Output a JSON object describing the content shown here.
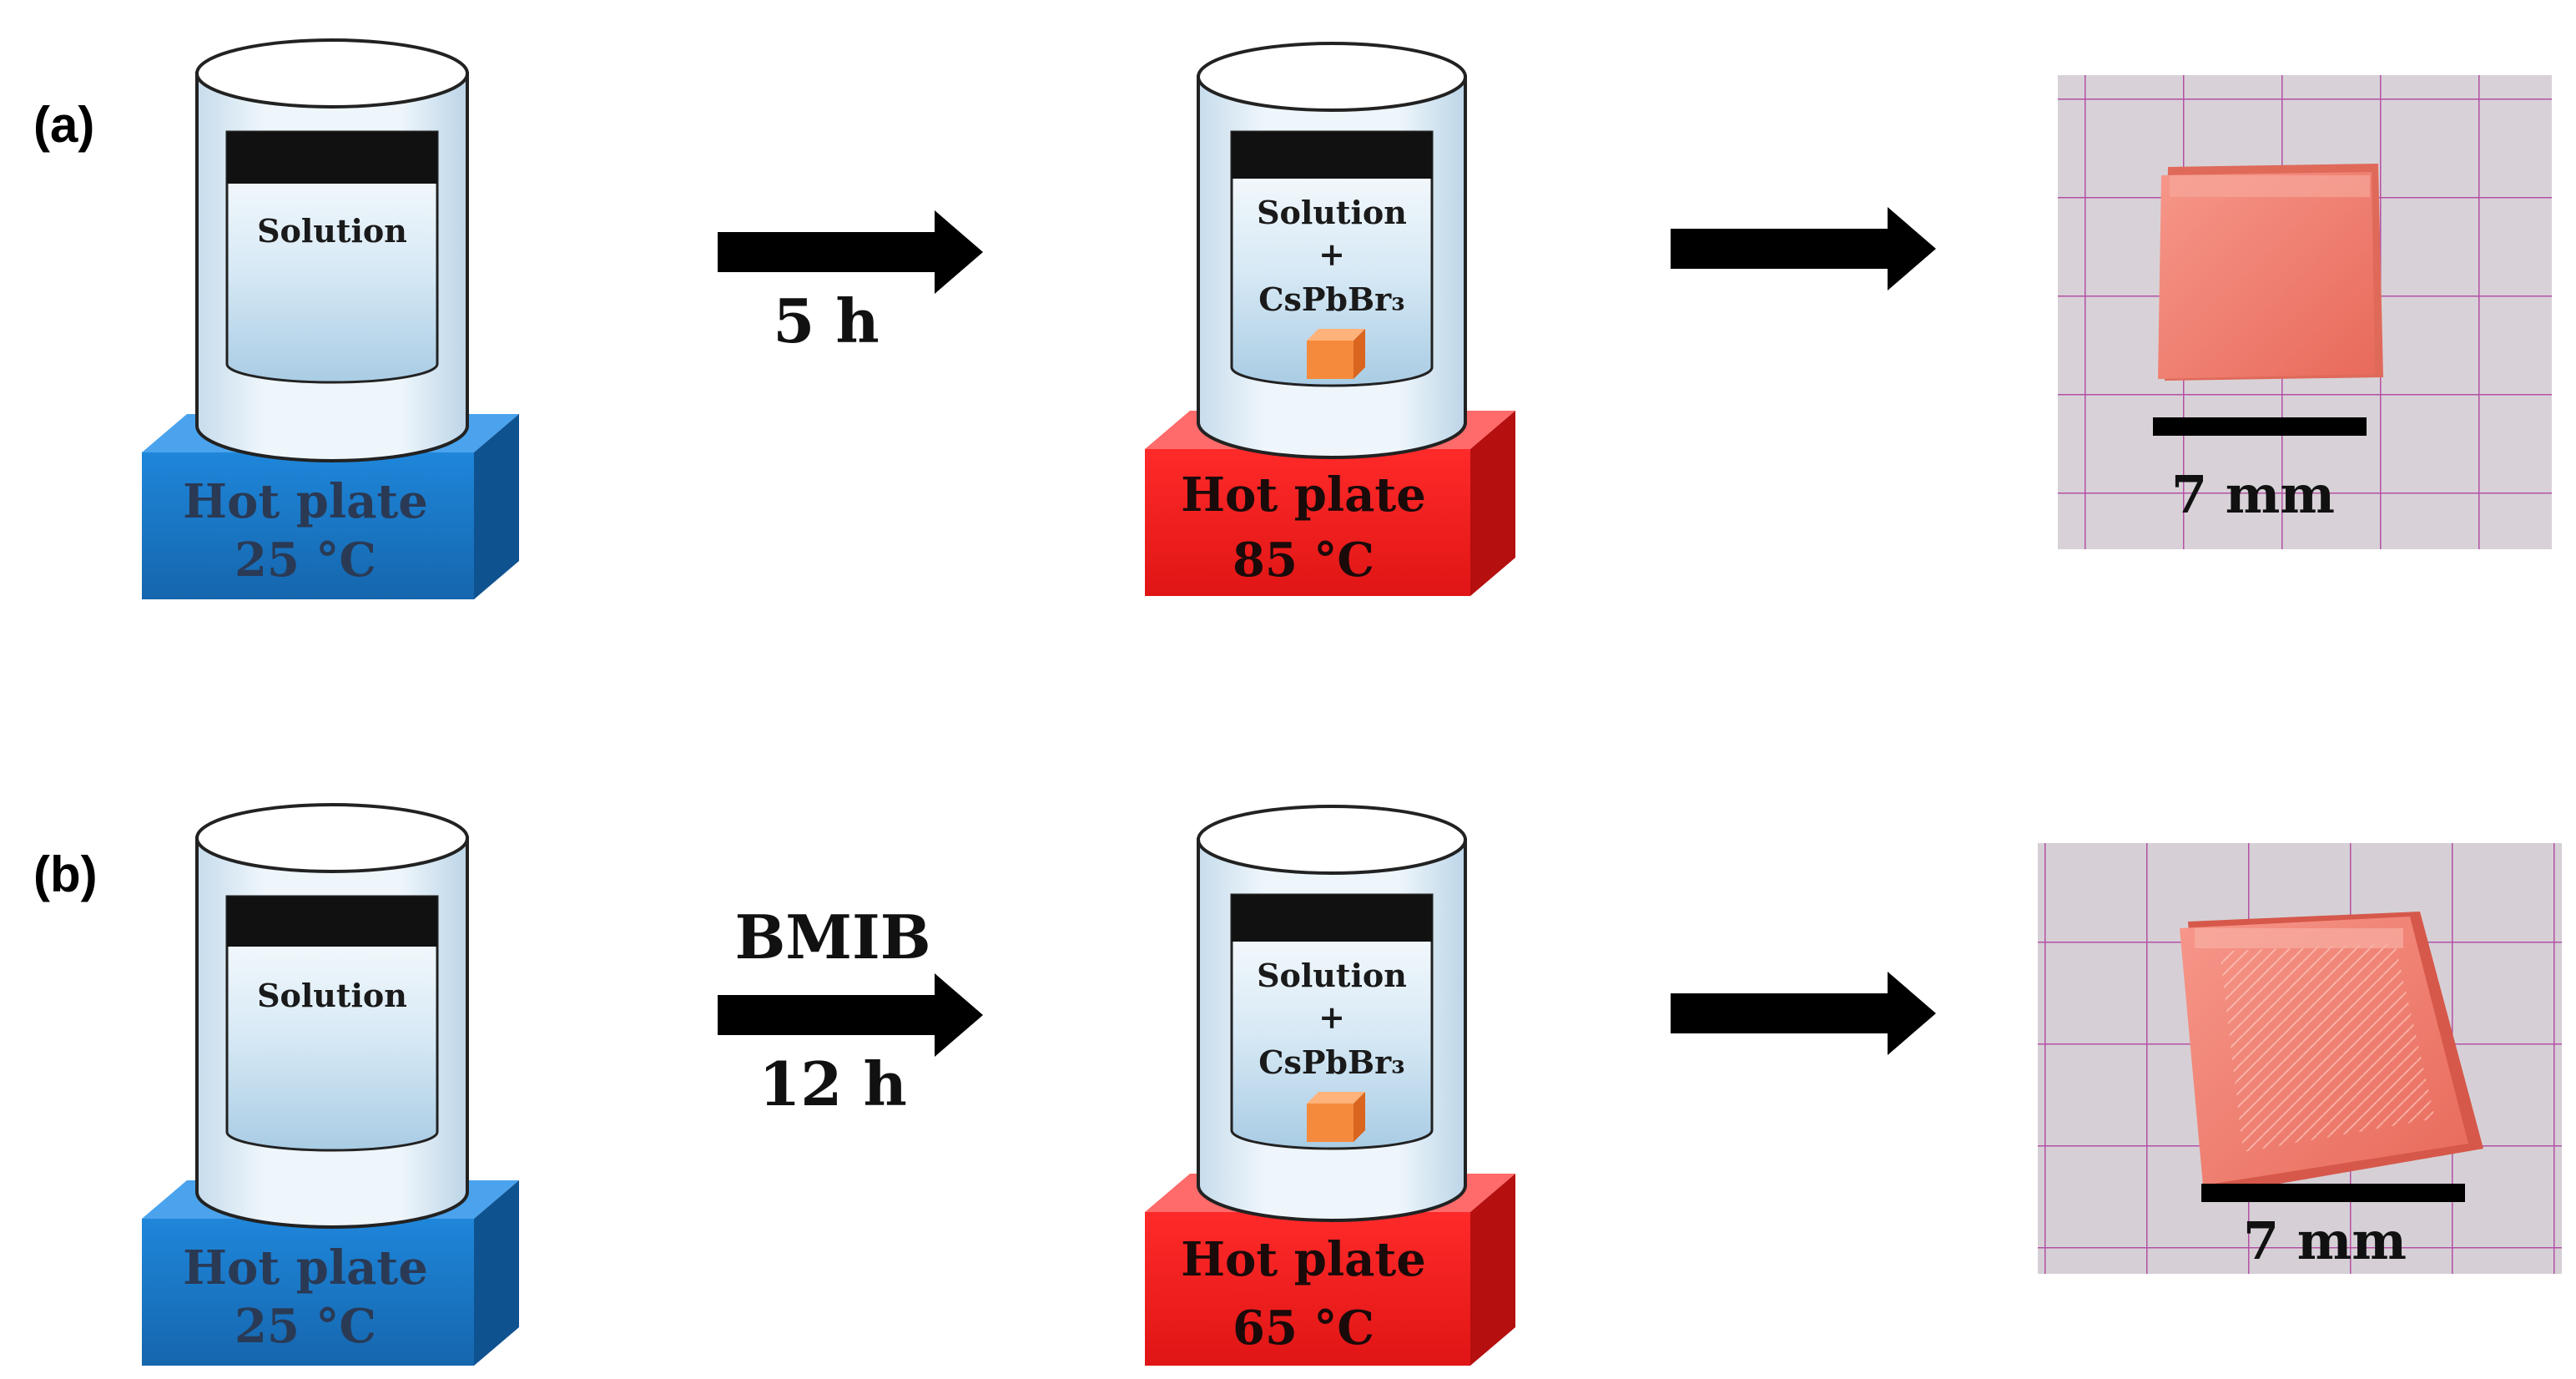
{
  "panels": [
    {
      "label": "(a)",
      "stage1": {
        "beaker_label": "Solution",
        "plate_line1": "Hot plate",
        "plate_line2": "25 °C",
        "plate_color": "#1877c9"
      },
      "arrow1": {
        "above": "",
        "below": "5 h"
      },
      "stage2": {
        "beaker_line1": "Solution",
        "beaker_line2": "+",
        "beaker_line3": "CsPbBr₃",
        "plate_line1": "Hot plate",
        "plate_line2": "85 °C",
        "plate_color": "#f01d1d"
      },
      "photo": {
        "scale_label": "7 mm"
      }
    },
    {
      "label": "(b)",
      "stage1": {
        "beaker_label": "Solution",
        "plate_line1": "Hot plate",
        "plate_line2": "25 °C",
        "plate_color": "#1877c9"
      },
      "arrow1": {
        "above": "BMIB",
        "below": "12 h"
      },
      "stage2": {
        "beaker_line1": "Solution",
        "beaker_line2": "+",
        "beaker_line3": "CsPbBr₃",
        "plate_line1": "Hot plate",
        "plate_line2": "65 °C",
        "plate_color": "#f01d1d"
      },
      "photo": {
        "scale_label": "7 mm"
      }
    }
  ],
  "colors": {
    "blue_plate_text": "#2a3a55",
    "red_plate_text": "#1a0a0a",
    "crystal": "#f58a3c",
    "sample": "#ef7b6a",
    "photo_background": "#d7d1d6",
    "grid_lines": "#b64fa8"
  }
}
